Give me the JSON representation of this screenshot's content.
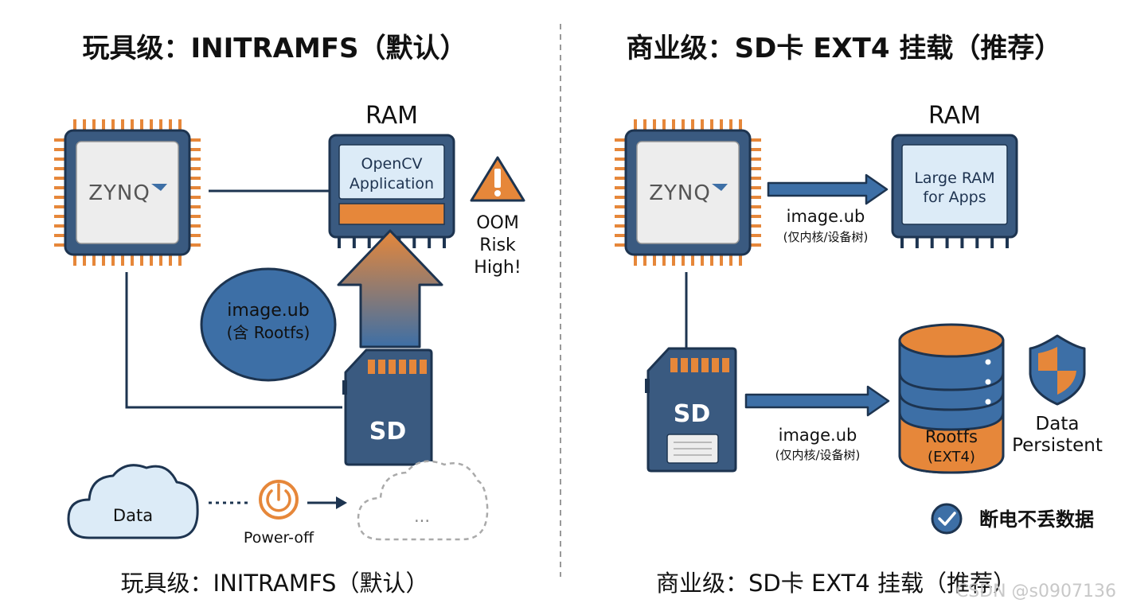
{
  "left": {
    "title": "玩具级：INITRAMFS（默认）",
    "zynq_label": "ZYNQ",
    "ram_label": "RAM",
    "app_line1": "OpenCV",
    "app_line2": "Application",
    "oom_line1": "OOM",
    "oom_line2": "Risk",
    "oom_line3": "High!",
    "image_line1": "image.ub",
    "image_line2": "(含 Rootfs)",
    "sd_label": "SD",
    "data_label": "Data",
    "dots_label": "...",
    "poweroff_label": "Power-off",
    "caption": "玩具级：INITRAMFS（默认）"
  },
  "right": {
    "title": "商业级：SD卡 EXT4 挂载（推荐）",
    "zynq_label": "ZYNQ",
    "ram_label": "RAM",
    "ram_line1": "Large RAM",
    "ram_line2": "for Apps",
    "arrow1_line1": "image.ub",
    "arrow1_line2": "(仅内核/设备树)",
    "sd_label": "SD",
    "arrow2_line1": "image.ub",
    "arrow2_line2": "(仅内核/设备树)",
    "rootfs_line1": "Rootfs",
    "rootfs_line2": "(EXT4)",
    "persist_line1": "Data",
    "persist_line2": "Persistent",
    "badge_label": "断电不丢数据",
    "caption": "商业级：SD卡 EXT4 挂载（推荐）"
  },
  "watermark": "CSDN @s0907136",
  "colors": {
    "navy": "#284a72",
    "blue": "#3d6fa6",
    "orange": "#e6873a",
    "chip_face": "#ededed",
    "ram_panel": "#dcebf7"
  }
}
